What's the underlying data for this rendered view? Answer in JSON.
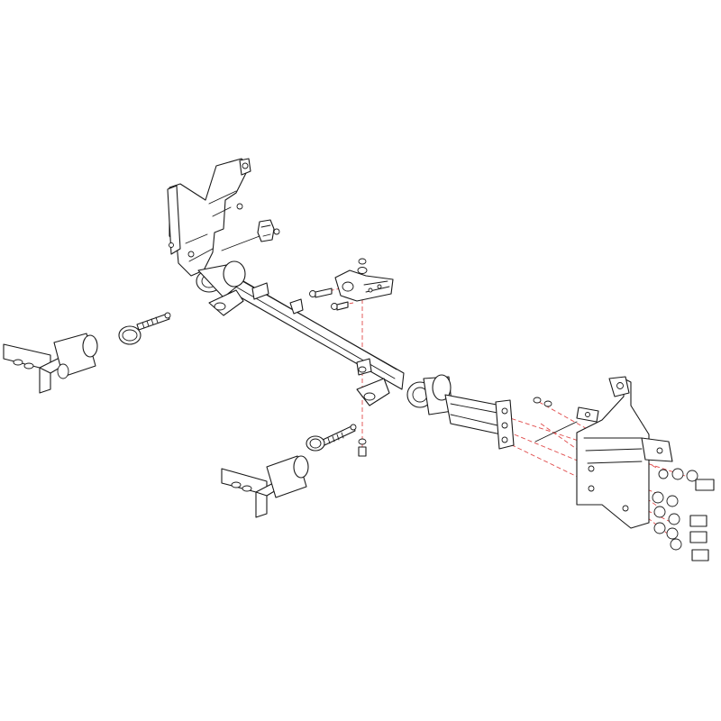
{
  "diagram": {
    "kind": "exploded-assembly-drawing",
    "colors": {
      "line": "#1a1a1a",
      "background": "#ffffff",
      "guide": "#e04a4a"
    },
    "parts": [
      "crossbar",
      "left-frame-bracket",
      "right-frame-bracket",
      "left-removable-tab",
      "right-removable-tab",
      "center-clamp-bracket",
      "hardware-bolts",
      "hitch-pins",
      "spring-clips"
    ]
  }
}
